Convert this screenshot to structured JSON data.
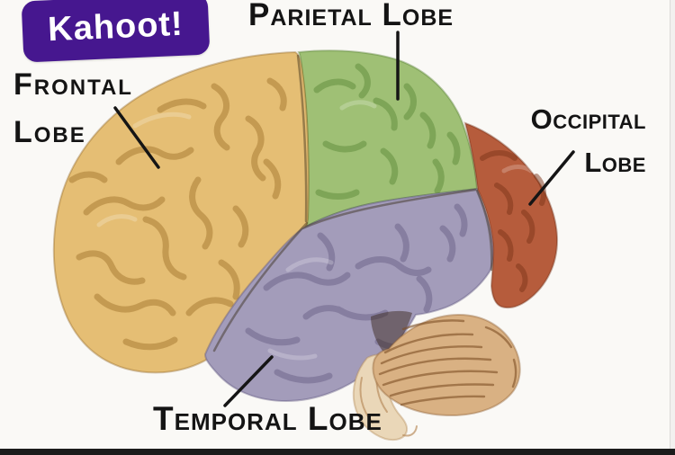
{
  "logo": {
    "text": "Kahoot!",
    "brand_color": "#46178F",
    "text_color": "#FFFFFF"
  },
  "labels": {
    "parietal": "Parietal Lobe",
    "frontal_line1": "Frontal",
    "frontal_line2": "Lobe",
    "occipital_line1": "Occipital",
    "occipital_line2": "Lobe",
    "temporal": "Temporal Lobe",
    "text_color": "#141414"
  },
  "region_colors": {
    "frontal": "#E5BE74",
    "parietal": "#9FC075",
    "temporal": "#A39CBA",
    "occipital": "#B65C3C",
    "cerebellum": "#D9B183",
    "brainstem": "#EAD7B8"
  },
  "page": {
    "background": "#FAF9F6",
    "bottom_bar_color": "#1B1B1B"
  }
}
